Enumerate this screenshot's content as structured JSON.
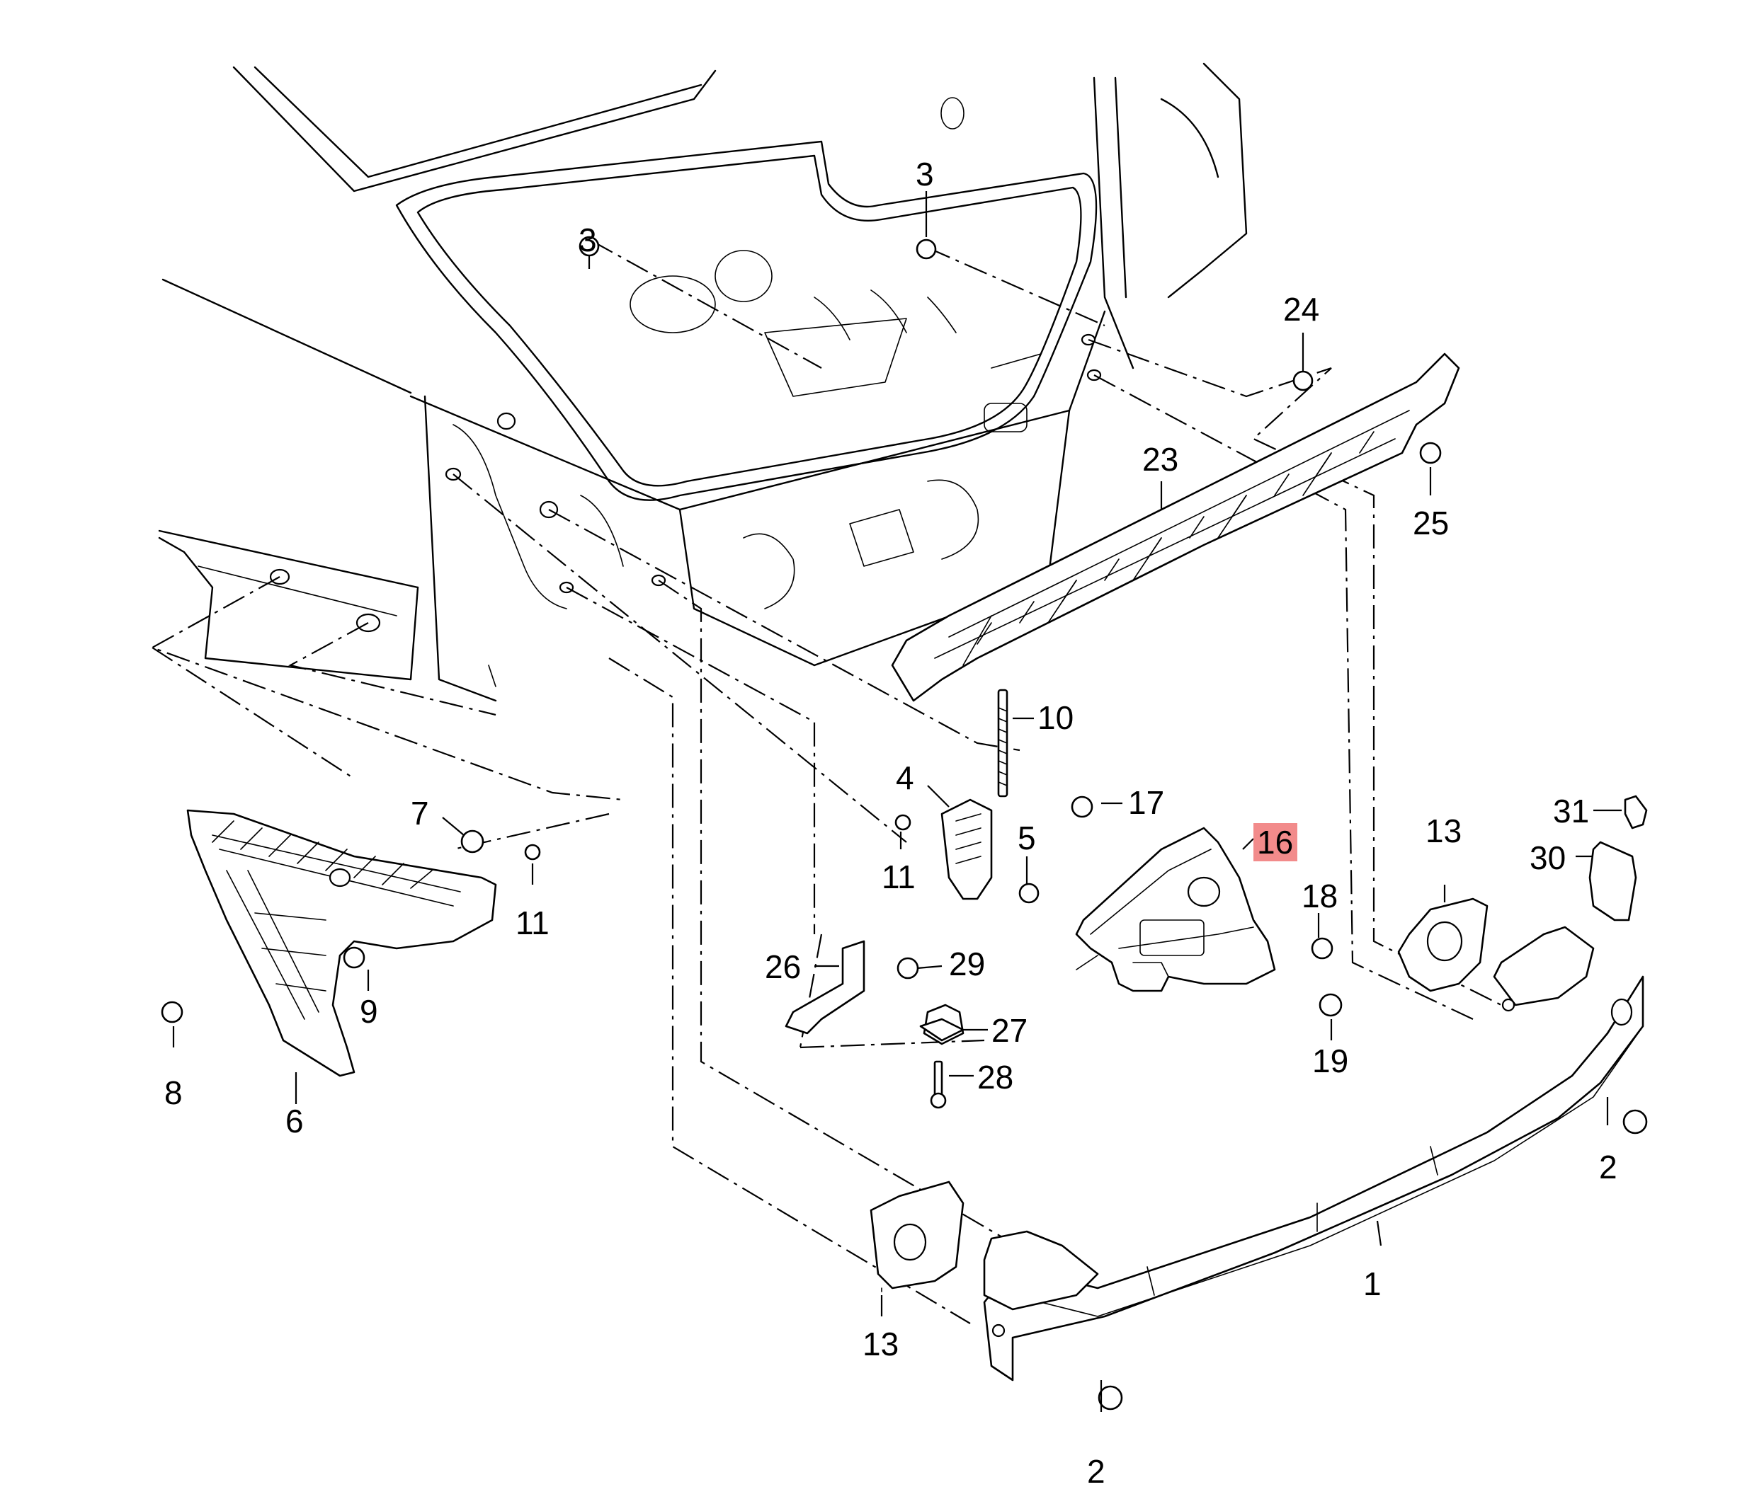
{
  "highlight_color": "#f28b8b",
  "callouts": [
    {
      "id": "1",
      "text": "1"
    },
    {
      "id": "2a",
      "text": "2"
    },
    {
      "id": "2b",
      "text": "2"
    },
    {
      "id": "3a",
      "text": "3"
    },
    {
      "id": "3b",
      "text": "3"
    },
    {
      "id": "4",
      "text": "4"
    },
    {
      "id": "5",
      "text": "5"
    },
    {
      "id": "6",
      "text": "6"
    },
    {
      "id": "7",
      "text": "7"
    },
    {
      "id": "8",
      "text": "8"
    },
    {
      "id": "9",
      "text": "9"
    },
    {
      "id": "10",
      "text": "10"
    },
    {
      "id": "11a",
      "text": "11"
    },
    {
      "id": "11b",
      "text": "11"
    },
    {
      "id": "13a",
      "text": "13"
    },
    {
      "id": "13b",
      "text": "13"
    },
    {
      "id": "16",
      "text": "16",
      "highlighted": true
    },
    {
      "id": "17",
      "text": "17"
    },
    {
      "id": "18",
      "text": "18"
    },
    {
      "id": "19",
      "text": "19"
    },
    {
      "id": "23",
      "text": "23"
    },
    {
      "id": "24",
      "text": "24"
    },
    {
      "id": "25",
      "text": "25"
    },
    {
      "id": "26",
      "text": "26"
    },
    {
      "id": "27",
      "text": "27"
    },
    {
      "id": "28",
      "text": "28"
    },
    {
      "id": "29",
      "text": "29"
    },
    {
      "id": "30",
      "text": "30"
    },
    {
      "id": "31",
      "text": "31"
    }
  ]
}
